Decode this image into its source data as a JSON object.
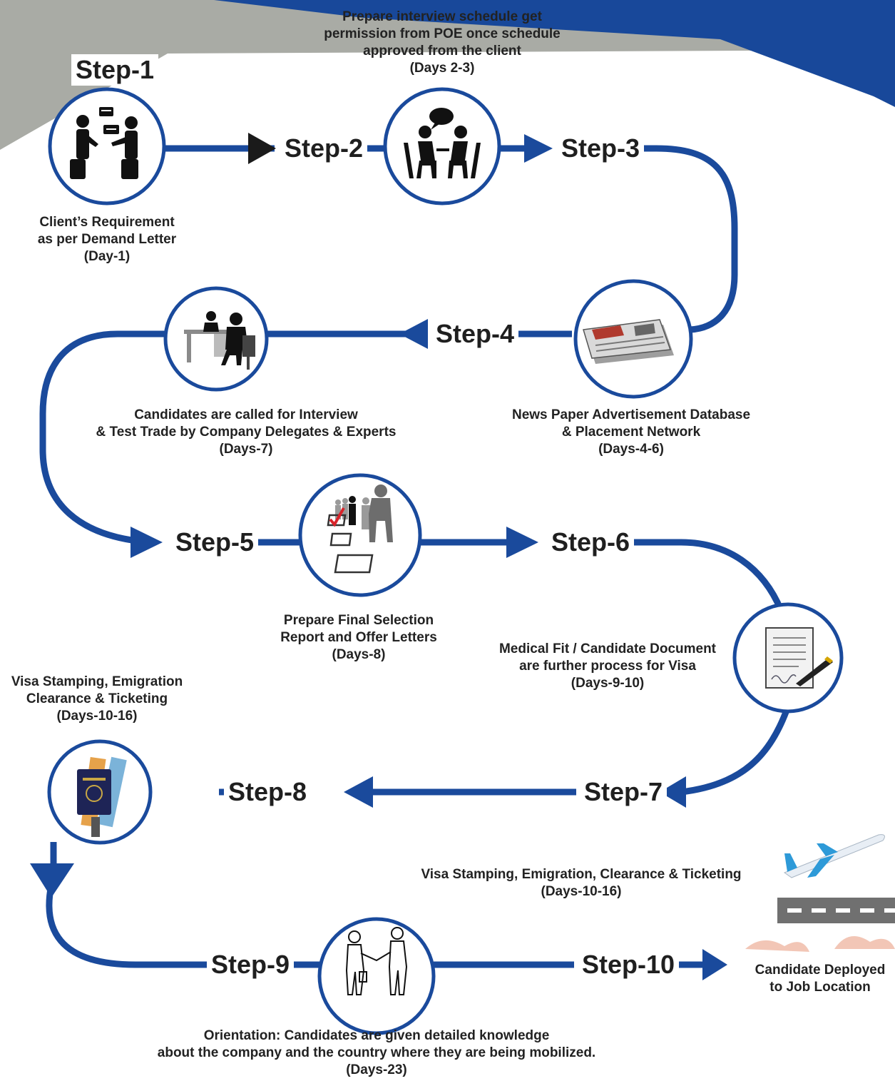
{
  "colors": {
    "flow": "#1a4a9c",
    "banner_gray": "#a9aba5",
    "banner_blue": "#18489a",
    "text": "#222222"
  },
  "steps": {
    "s1": "Step-1",
    "s2": "Step-2",
    "s3": "Step-3",
    "s4": "Step-4",
    "s5": "Step-5",
    "s6": "Step-6",
    "s7": "Step-7",
    "s8": "Step-8",
    "s9": "Step-9",
    "s10": "Step-10"
  },
  "captions": {
    "c1": [
      "Client’s Requirement",
      "as per Demand Letter",
      "(Day-1)"
    ],
    "c2": [
      "Prepare interview schedule get",
      "permission from POE once schedule",
      "approved from the client",
      "(Days 2-3)"
    ],
    "c3": [
      "News Paper Advertisement Database",
      "& Placement Network",
      "(Days-4-6)"
    ],
    "c4": [
      "Candidates are called for Interview",
      "& Test Trade by Company Delegates & Experts",
      "(Days-7)"
    ],
    "c5": [
      "Prepare Final Selection",
      "Report and Offer Letters",
      "(Days-8)"
    ],
    "c6": [
      "Medical Fit / Candidate Document",
      "are further process for Visa",
      "(Days-9-10)"
    ],
    "c8": [
      "Visa Stamping, Emigration",
      "Clearance & Ticketing",
      "(Days-10-16)"
    ],
    "c7": [
      "Visa Stamping, Emigration, Clearance & Ticketing",
      "(Days-10-16)"
    ],
    "c9": [
      "Orientation: Candidates are given detailed knowledge",
      "about the company and the country where they are being mobilized.",
      "(Days-23)"
    ],
    "c10": [
      "Candidate Deployed",
      "to Job Location"
    ]
  },
  "icons": {
    "i1": "client-meeting-icon",
    "i2": "interview-icon",
    "i3": "newspaper-icon",
    "i4": "office-interview-icon",
    "i5": "selection-checklist-icon",
    "i6": "document-sign-icon",
    "i8": "passport-ticket-icon",
    "i9": "handshake-icon",
    "i10": "airplane-runway-icon"
  }
}
